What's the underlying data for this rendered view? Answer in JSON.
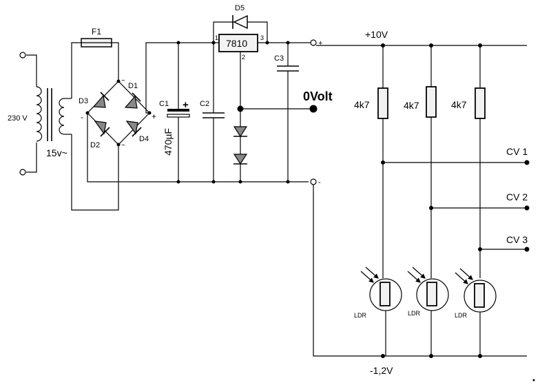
{
  "labels": {
    "mains_voltage": "230 V",
    "secondary_voltage": "15v~",
    "fuse": "F1",
    "diode_d1": "D1",
    "diode_d2": "D2",
    "diode_d3": "D3",
    "diode_d4": "D4",
    "diode_d5": "D5",
    "ac_top": "~",
    "ac_bottom": "~",
    "bridge_plus": "+",
    "bridge_minus": "-",
    "cap_c1": "C1",
    "cap_c1_plus": "+",
    "cap_c1_value": "470µF",
    "cap_c2": "C2",
    "cap_c3": "C3",
    "regulator": "7810",
    "pin_1": "1",
    "pin_2": "2",
    "pin_3": "3",
    "out_plus": "+",
    "out_minus": "-",
    "rail_plus_10v": "+10V",
    "zero_volt": "0Volt",
    "resistor_1": "4k7",
    "resistor_2": "4k7",
    "resistor_3": "4k7",
    "cv_1": "CV 1",
    "cv_2": "CV 2",
    "cv_3": "CV 3",
    "ldr_1": "LDR",
    "ldr_2": "LDR",
    "ldr_3": "LDR",
    "rail_minus_1_2v": "-1,2V"
  }
}
